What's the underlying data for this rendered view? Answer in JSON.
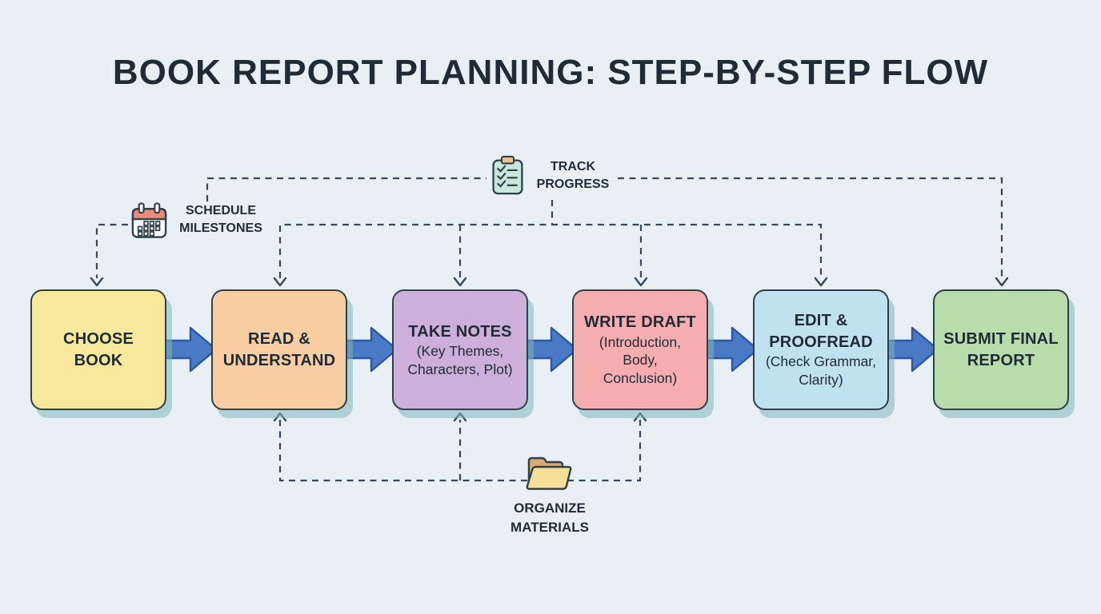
{
  "title": "BOOK REPORT PLANNING: STEP-BY-STEP FLOW",
  "steps": [
    {
      "title": "CHOOSE\nBOOK",
      "subtitle": "",
      "fill": "#F7E89B"
    },
    {
      "title": "READ &\nUNDERSTAND",
      "subtitle": "",
      "fill": "#F8CDA1"
    },
    {
      "title": "TAKE NOTES",
      "subtitle": "(Key Themes,\nCharacters, Plot)",
      "fill": "#CDAFDB"
    },
    {
      "title": "WRITE DRAFT",
      "subtitle": "(Introduction,\nBody,\nConclusion)",
      "fill": "#F5ADAF"
    },
    {
      "title": "EDIT &\nPROOFREAD",
      "subtitle": "(Check Grammar,\nClarity)",
      "fill": "#BFE1F0"
    },
    {
      "title": "SUBMIT FINAL\nREPORT",
      "subtitle": "",
      "fill": "#B8DCAA"
    }
  ],
  "annotations": [
    {
      "id": "schedule-milestones",
      "label": "SCHEDULE\nMILESTONES",
      "icon": "calendar-icon"
    },
    {
      "id": "track-progress",
      "label": "TRACK\nPROGRESS",
      "icon": "clipboard-checklist-icon"
    },
    {
      "id": "organize-materials",
      "label": "ORGANIZE\nMATERIALS",
      "icon": "folder-icon"
    }
  ],
  "colors": {
    "bg": "#E8EFF5",
    "text": "#1F2B36",
    "line": "#35495A",
    "arrowFill": "#4A79C6",
    "arrowBorder": "#2B57A3",
    "boxBorder": "#2E4048",
    "shadow": "rgba(128,182,188,0.55)",
    "calendarHeader": "#EC8B7D",
    "clipboardBody": "#C9E6DC",
    "clipboardClip": "#EBC28E",
    "folderBack": "#D8AB72",
    "folderFront": "#F6DF97"
  }
}
